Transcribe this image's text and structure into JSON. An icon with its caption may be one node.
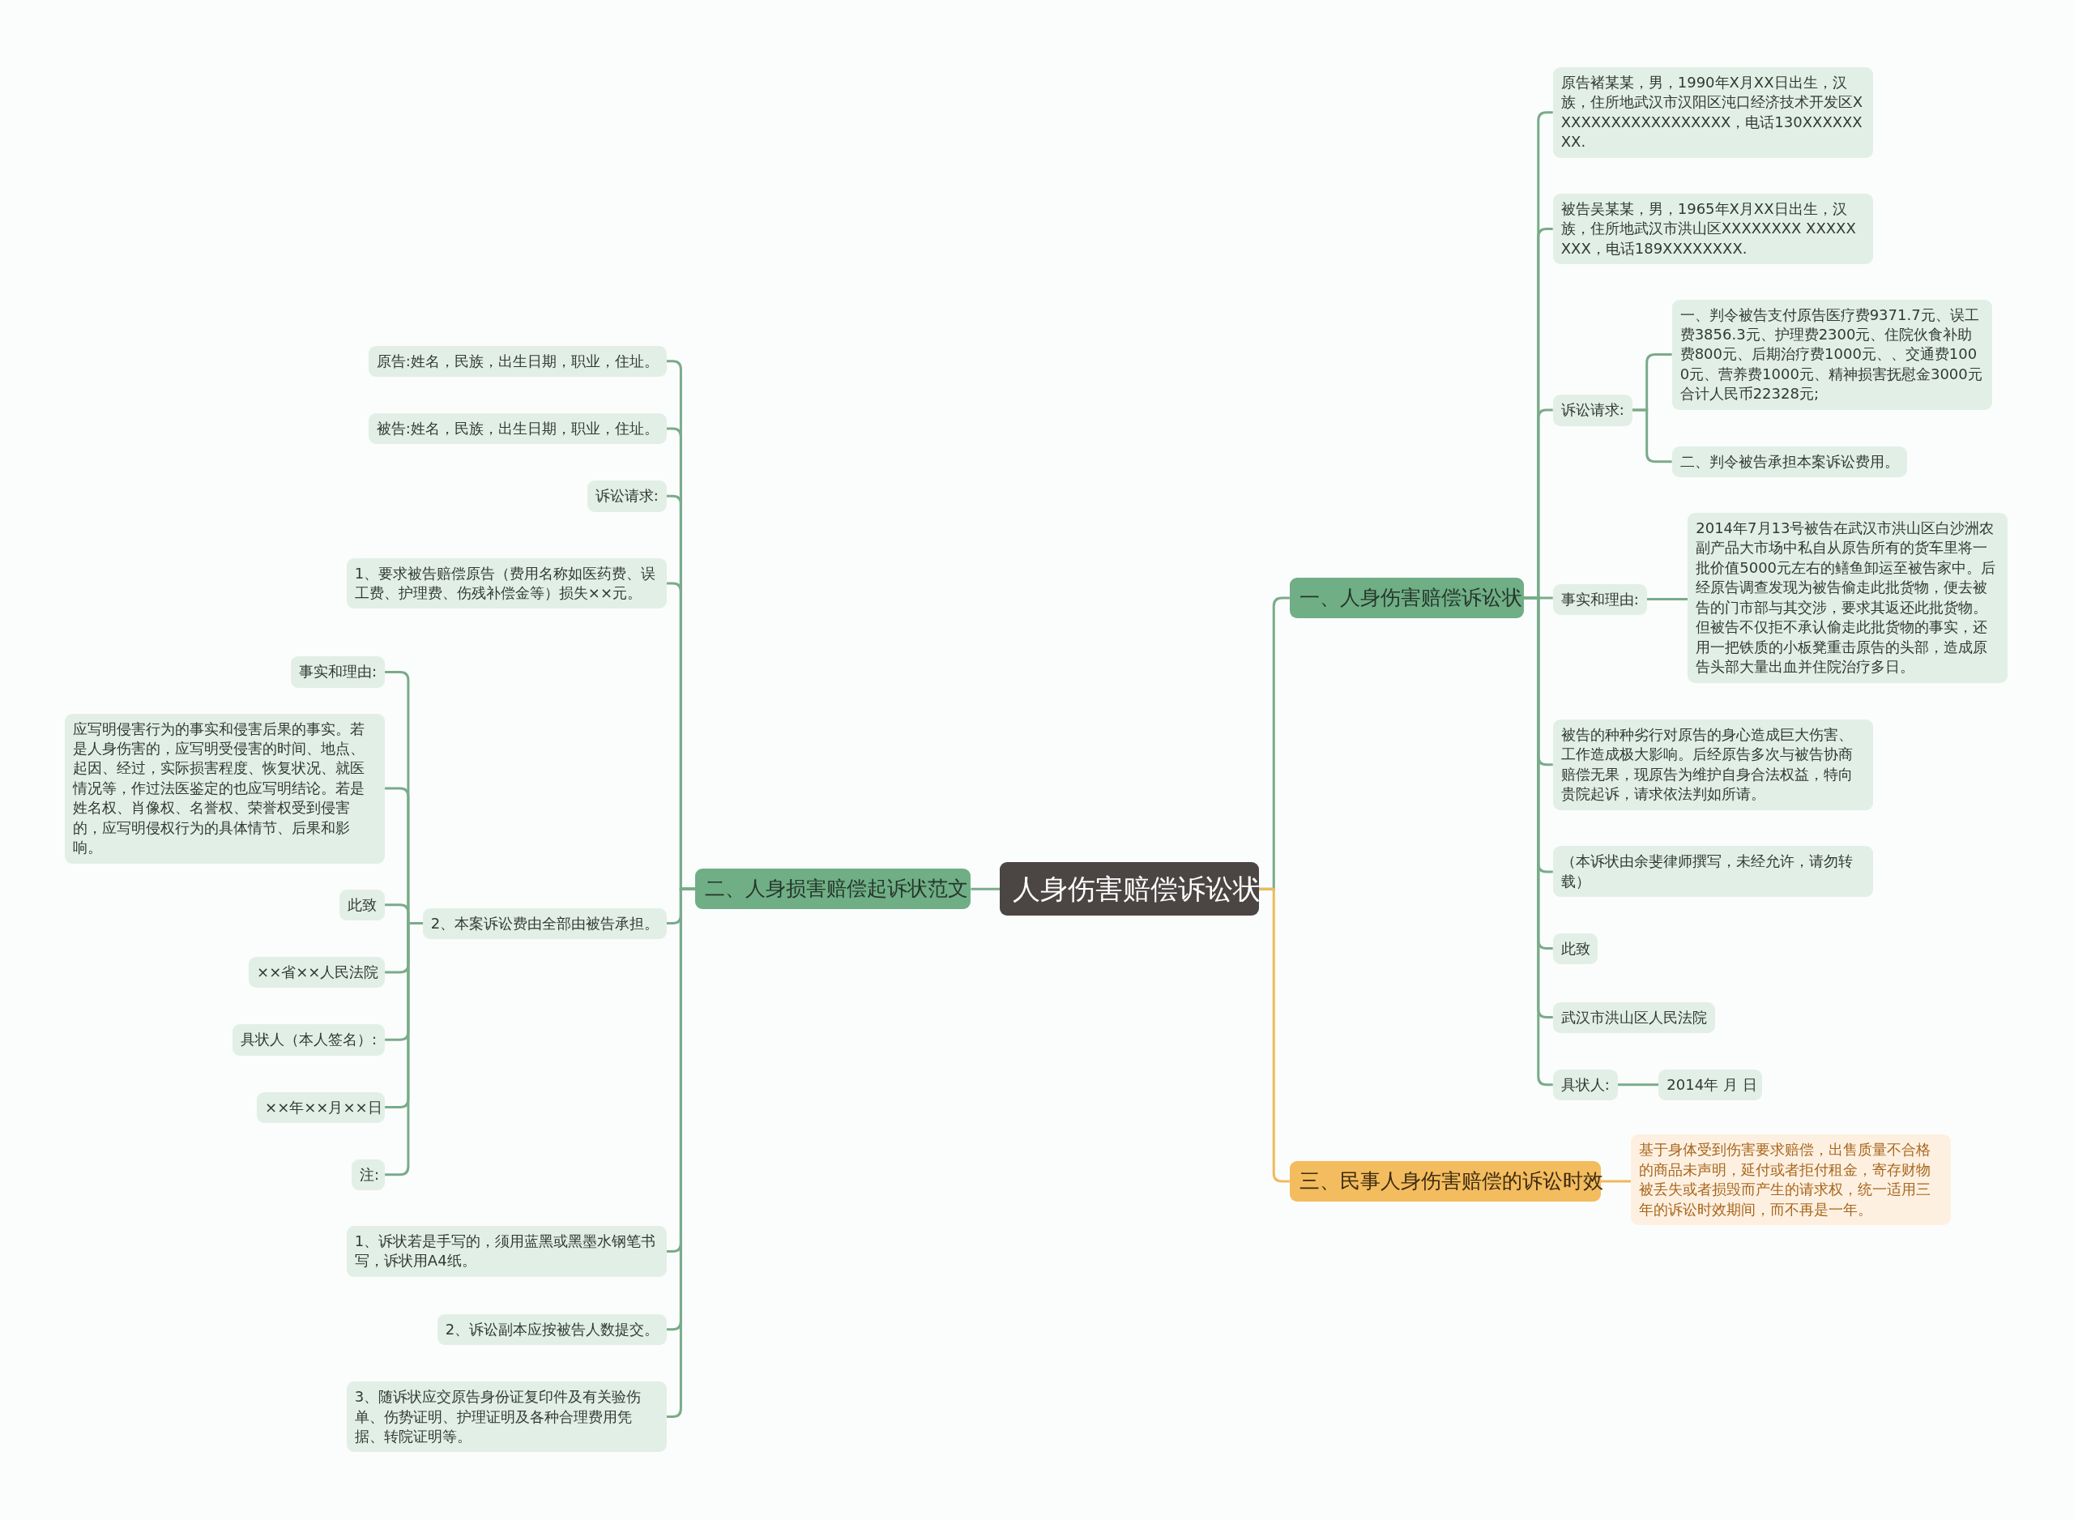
{
  "diagram": {
    "nodes": [
      {
        "text": [
          "人身伤害赔偿诉讼状"
        ]
      },
      {
        "text": [
          "一、人身伤害赔偿诉讼状"
        ]
      },
      {
        "text": [
          "原告褚某某，男，1990年X月XX日出生，汉族，住所地武汉市汉阳区沌口经济技术开发区XXXXXXXXXXXXXXXXXX，电话130XXXXXXXX."
        ]
      },
      {
        "text": [
          "被告吴某某，男，1965年X月XX日出生，汉族，住所地武汉市洪山区XXXXXXXX XXXXXXXX，电话189XXXXXXXX."
        ]
      },
      {
        "text": [
          "诉讼请求:"
        ]
      },
      {
        "text": [
          "一、判令被告支付原告医疗费9371.7元、误工费3856.3元、护理费2300元、住院伙食补助费800元、后期治疗费1000元、、交通费1000元、营养费1000元、精神损害抚慰金3000元合计人民币22328元;"
        ]
      },
      {
        "text": [
          "二、判令被告承担本案诉讼费用。"
        ]
      },
      {
        "text": [
          "事实和理由:"
        ]
      },
      {
        "text": [
          "2014年7月13号被告在武汉市洪山区白沙洲农副产品大市场中私自从原告所有的货车里将一批价值5000元左右的鳝鱼卸运至被告家中。后经原告调查发现为被告偷走此批货物，便去被告的门市部与其交涉，要求其返还此批货物。但被告不仅拒不承认偷走此批货物的事实，还用一把铁质的小板凳重击原告的头部，造成原告头部大量出血并住院治疗多日。"
        ]
      },
      {
        "text": [
          "被告的种种劣行对原告的身心造成巨大伤害、工作造成极大影响。后经原告多次与被告协商赔偿无果，现原告为维护自身合法权益，特向贵院起诉，请求依法判如所请。"
        ]
      },
      {
        "text": [
          "（本诉状由余斐律师撰写，未经允许，请勿转载）"
        ]
      },
      {
        "text": [
          "此致"
        ]
      },
      {
        "text": [
          "武汉市洪山区人民法院"
        ]
      },
      {
        "text": [
          "具状人:"
        ]
      },
      {
        "text": [
          "2014年 月 日"
        ]
      },
      {
        "text": [
          "三、民事人身伤害赔偿的诉讼时效"
        ]
      },
      {
        "text": [
          "基于身体受到伤害要求赔偿，出售质量不合格的商品未声明，延付或者拒付租金，寄存财物被丢失或者损毁而产生的请求权，统一适用三年的诉讼时效期间，而不再是一年。"
        ]
      },
      {
        "text": [
          "二、人身损害赔偿起诉状范文"
        ]
      },
      {
        "text": [
          "原告:姓名，民族，出生日期，职业，住址。"
        ]
      },
      {
        "text": [
          "被告:姓名，民族，出生日期，职业，住址。"
        ]
      },
      {
        "text": [
          "诉讼请求:"
        ]
      },
      {
        "text": [
          "1、要求被告赔偿原告（费用名称如医药费、误工费、护理费、伤残补偿金等）损失××元。"
        ]
      },
      {
        "text": [
          "2、本案诉讼费由全部由被告承担。"
        ]
      },
      {
        "text": [
          "事实和理由:"
        ]
      },
      {
        "text": [
          "应写明侵害行为的事实和侵害后果的事实。若是人身伤害的，应写明受侵害的时间、地点、起因、经过，实际损害程度、恢复状况、就医情况等，作过法医鉴定的也应写明结论。若是姓名权、肖像权、名誉权、荣誉权受到侵害的，应写明侵权行为的具体情节、后果和影响。"
        ]
      },
      {
        "text": [
          "此致"
        ]
      },
      {
        "text": [
          "××省××人民法院"
        ]
      },
      {
        "text": [
          "具状人（本人签名）:"
        ]
      },
      {
        "text": [
          "××年××月××日"
        ]
      },
      {
        "text": [
          "注:"
        ]
      },
      {
        "text": [
          "1、诉状若是手写的，须用蓝黑或黑墨水钢笔书写，诉状用A4纸。"
        ]
      },
      {
        "text": [
          "2、诉讼副本应按被告人数提交。"
        ]
      },
      {
        "text": [
          "3、随诉状应交原告身份证复印件及有关验伤单、伤势证明、护理证明及各种合理费用凭据、转院证明等。"
        ]
      }
    ],
    "edges": [
      {
        "from": 0,
        "to": 1,
        "arrow": "none"
      },
      {
        "from": 1,
        "to": 2,
        "arrow": "none"
      },
      {
        "from": 1,
        "to": 3,
        "arrow": "none"
      },
      {
        "from": 1,
        "to": 4,
        "arrow": "none"
      },
      {
        "from": 4,
        "to": 5,
        "arrow": "none"
      },
      {
        "from": 4,
        "to": 6,
        "arrow": "none"
      },
      {
        "from": 1,
        "to": 7,
        "arrow": "none"
      },
      {
        "from": 7,
        "to": 8,
        "arrow": "none"
      },
      {
        "from": 1,
        "to": 9,
        "arrow": "none"
      },
      {
        "from": 1,
        "to": 10,
        "arrow": "none"
      },
      {
        "from": 1,
        "to": 11,
        "arrow": "none"
      },
      {
        "from": 1,
        "to": 12,
        "arrow": "none"
      },
      {
        "from": 1,
        "to": 13,
        "arrow": "none"
      },
      {
        "from": 13,
        "to": 14,
        "arrow": "none"
      },
      {
        "from": 0,
        "to": 15,
        "arrow": "none",
        "color": "#f0b95c"
      },
      {
        "from": 15,
        "to": 16,
        "arrow": "none",
        "color": "#f0b95c"
      },
      {
        "from": 0,
        "to": 17,
        "arrow": "none"
      },
      {
        "from": 17,
        "to": 18,
        "arrow": "none"
      },
      {
        "from": 17,
        "to": 19,
        "arrow": "none"
      },
      {
        "from": 17,
        "to": 20,
        "arrow": "none"
      },
      {
        "from": 17,
        "to": 21,
        "arrow": "none"
      },
      {
        "from": 17,
        "to": 22,
        "arrow": "none"
      },
      {
        "from": 22,
        "to": 23,
        "arrow": "none"
      },
      {
        "from": 22,
        "to": 24,
        "arrow": "none"
      },
      {
        "from": 22,
        "to": 25,
        "arrow": "none"
      },
      {
        "from": 22,
        "to": 26,
        "arrow": "none"
      },
      {
        "from": 22,
        "to": 27,
        "arrow": "none"
      },
      {
        "from": 22,
        "to": 28,
        "arrow": "none"
      },
      {
        "from": 22,
        "to": 29,
        "arrow": "none"
      },
      {
        "from": 17,
        "to": 30,
        "arrow": "none"
      },
      {
        "from": 17,
        "to": 31,
        "arrow": "none"
      },
      {
        "from": 17,
        "to": 32,
        "arrow": "none"
      }
    ]
  }
}
